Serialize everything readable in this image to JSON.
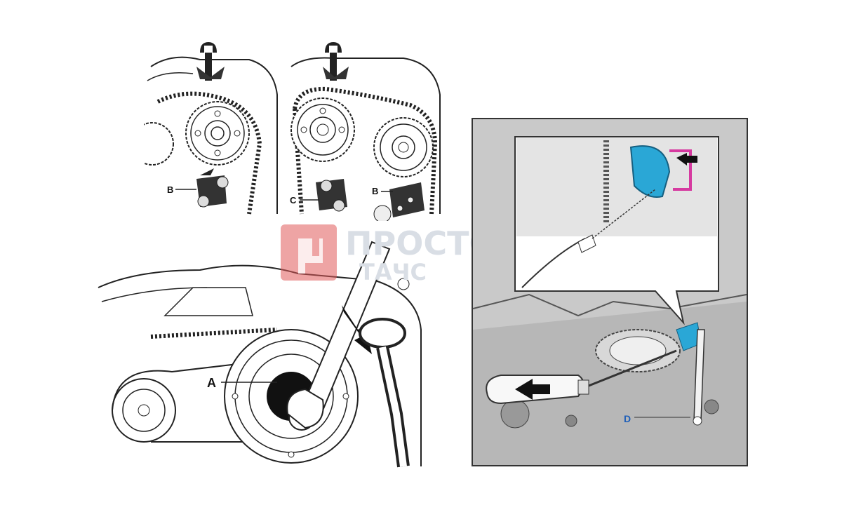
{
  "figure": {
    "callouts": {
      "a": "A",
      "b_left": "B",
      "b_right": "B",
      "c": "C",
      "d": "D"
    },
    "watermark": {
      "line1": "ПРОСТО",
      "line2": "ТАЧС"
    },
    "colors": {
      "tensioner_blue": "#2aa7d6",
      "callout_blue": "#1f5fb8",
      "pin_magenta": "#d63aa0",
      "watermark_red": "#e05a5a",
      "arrow_black": "#111111"
    },
    "icons": {
      "holding_wrench": "wrench-icon",
      "direction_arrow": "arrow-icon"
    }
  }
}
